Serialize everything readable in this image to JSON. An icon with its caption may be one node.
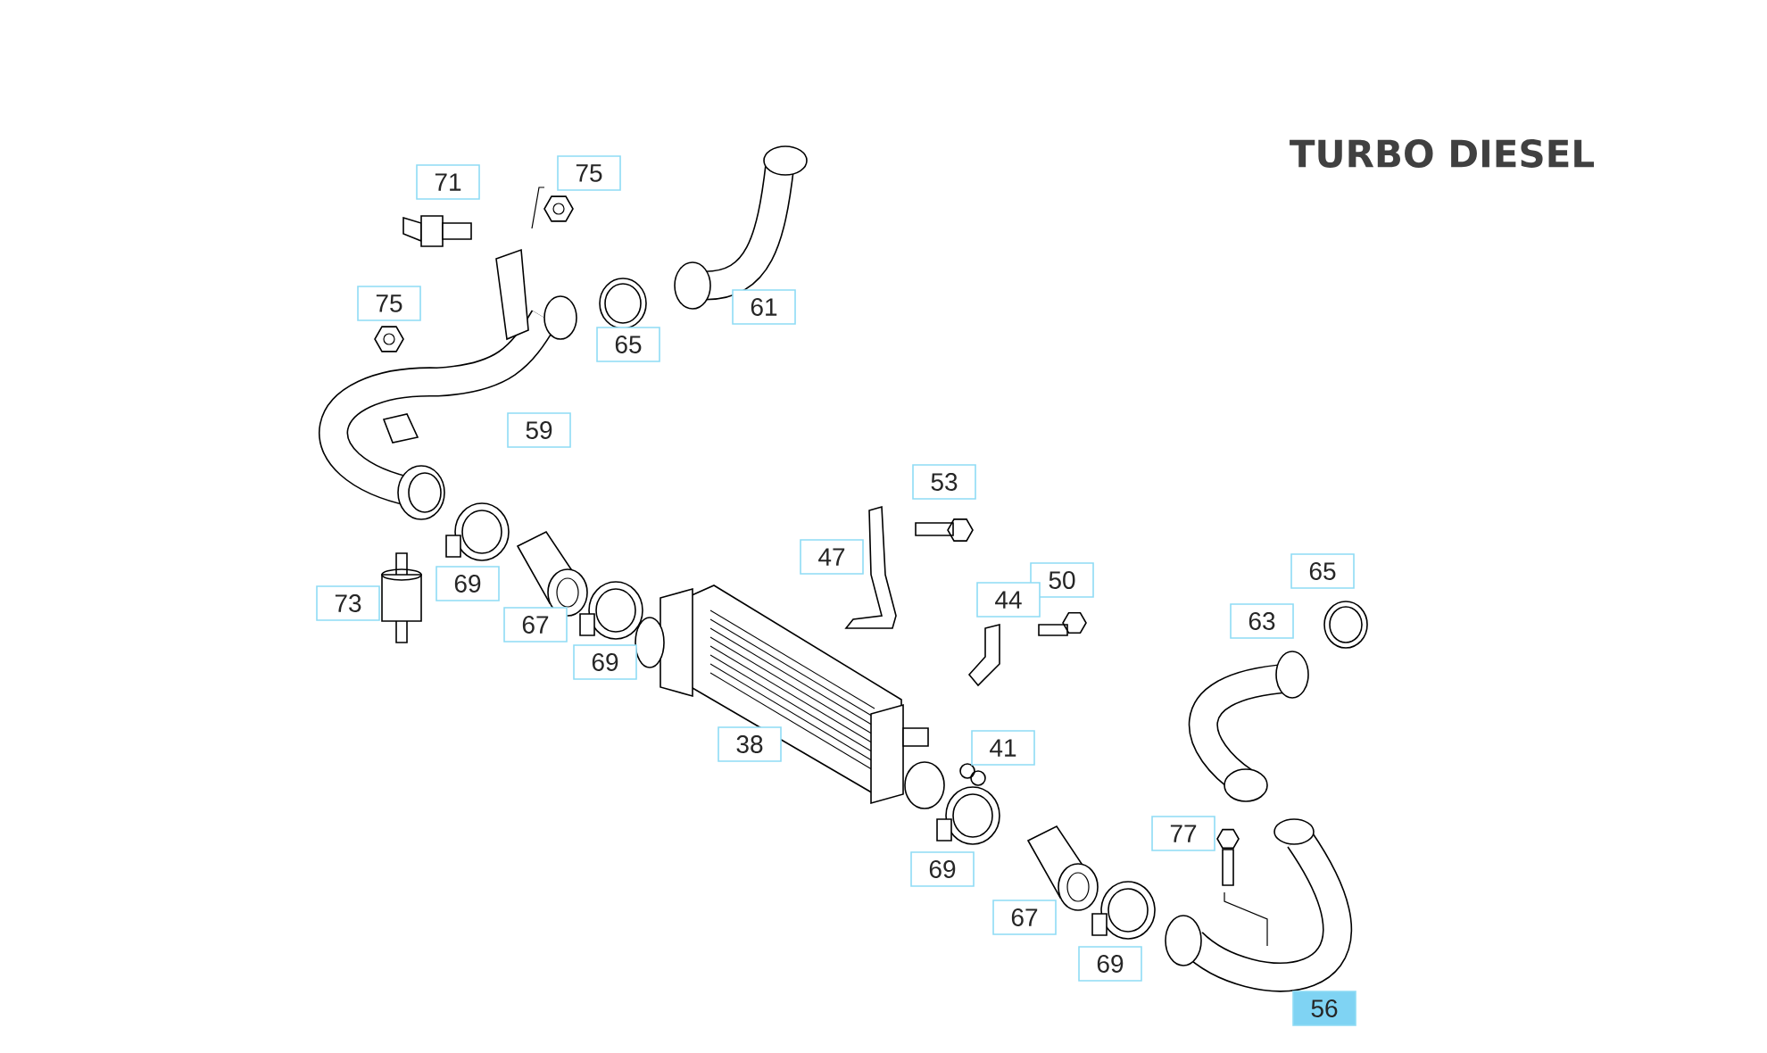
{
  "diagram": {
    "labels": [
      "TURBO DIESEL",
      "71",
      "75",
      "61",
      "75",
      "65",
      "59",
      "53",
      "47",
      "65",
      "50",
      "44",
      "73",
      "69",
      "67",
      "63",
      "69",
      "38",
      "41",
      "77",
      "69",
      "67",
      "69",
      "56"
    ]
  }
}
